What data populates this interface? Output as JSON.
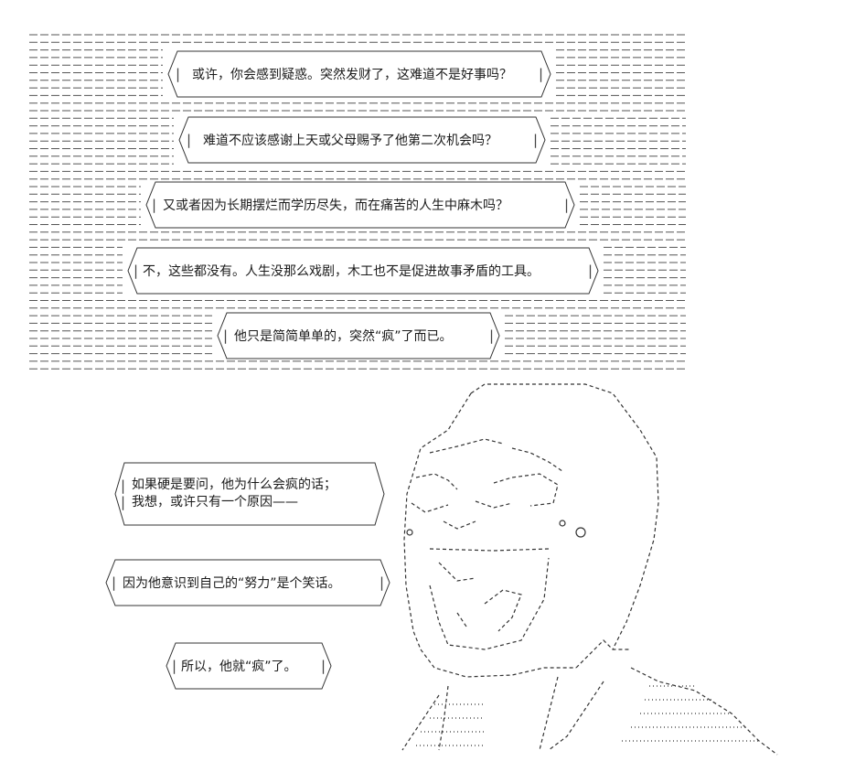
{
  "top_bubbles": [
    {
      "text": "或许，你会感到疑惑。突然发财了，这难道不是好事吗？"
    },
    {
      "text": "难道不应该感谢上天或父母赐予了他第二次机会吗？"
    },
    {
      "text": "又或者因为长期摆烂而学历尽失，而在痛苦的人生中麻木吗？"
    },
    {
      "text": "不，这些都没有。人生没那么戏剧，木工也不是促进故事矛盾的工具。"
    },
    {
      "text": "他只是简简单单的，突然“疯”了而已。"
    }
  ],
  "bottom_bubbles": [
    {
      "line1": "如果硬是要问，他为什么会疯的话；",
      "line2": "我想，或许只有一个原因——"
    },
    {
      "text": "因为他意识到自己的“努力”是个笑话。"
    },
    {
      "text": "所以，他就“疯”了。"
    }
  ],
  "colors": {
    "ink": "#333333",
    "background": "#ffffff"
  }
}
